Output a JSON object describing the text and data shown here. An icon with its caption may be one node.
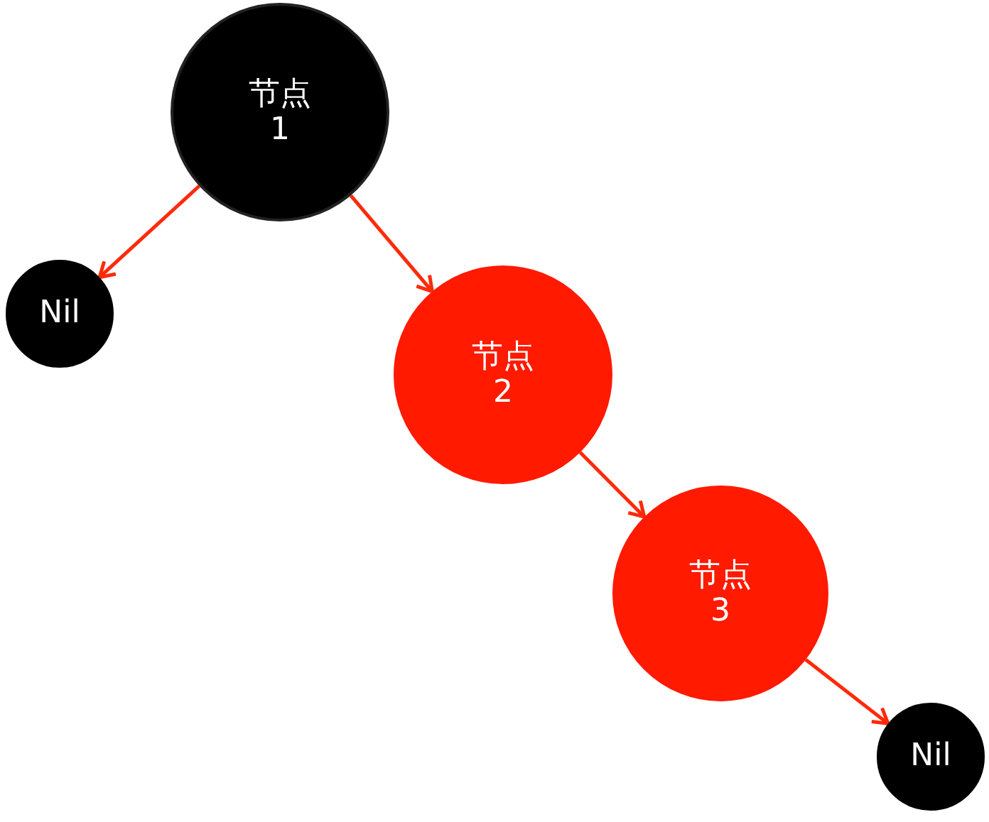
{
  "diagram": {
    "nodes": [
      {
        "text": [
          "节点",
          "1"
        ]
      },
      {
        "text": [
          "Nil"
        ]
      },
      {
        "text": [
          "节点",
          "2"
        ]
      },
      {
        "text": [
          "节点",
          "3"
        ]
      },
      {
        "text": [
          "Nil"
        ]
      }
    ],
    "edges": [
      {
        "from": 0,
        "to": 1,
        "arrow": "to"
      },
      {
        "from": 0,
        "to": 2,
        "arrow": "to"
      },
      {
        "from": 2,
        "to": 3,
        "arrow": "to"
      },
      {
        "from": 3,
        "to": 4,
        "arrow": "to"
      }
    ]
  }
}
